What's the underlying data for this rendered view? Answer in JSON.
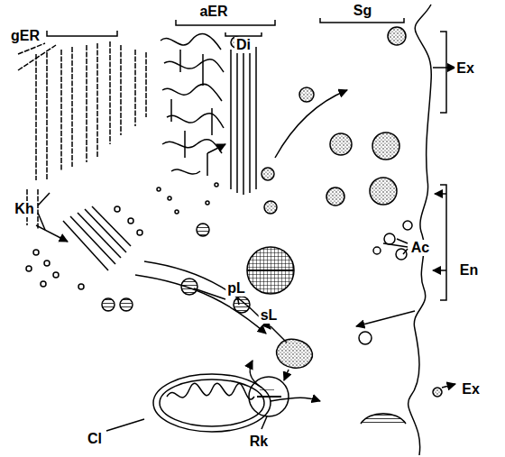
{
  "diagram": {
    "labels": [
      "aER",
      "Sg",
      "gER",
      "Di",
      "Ex",
      "Kh",
      "Ac",
      "En",
      "pL",
      "sL",
      "Ex",
      "Cl",
      "Rk"
    ]
  }
}
